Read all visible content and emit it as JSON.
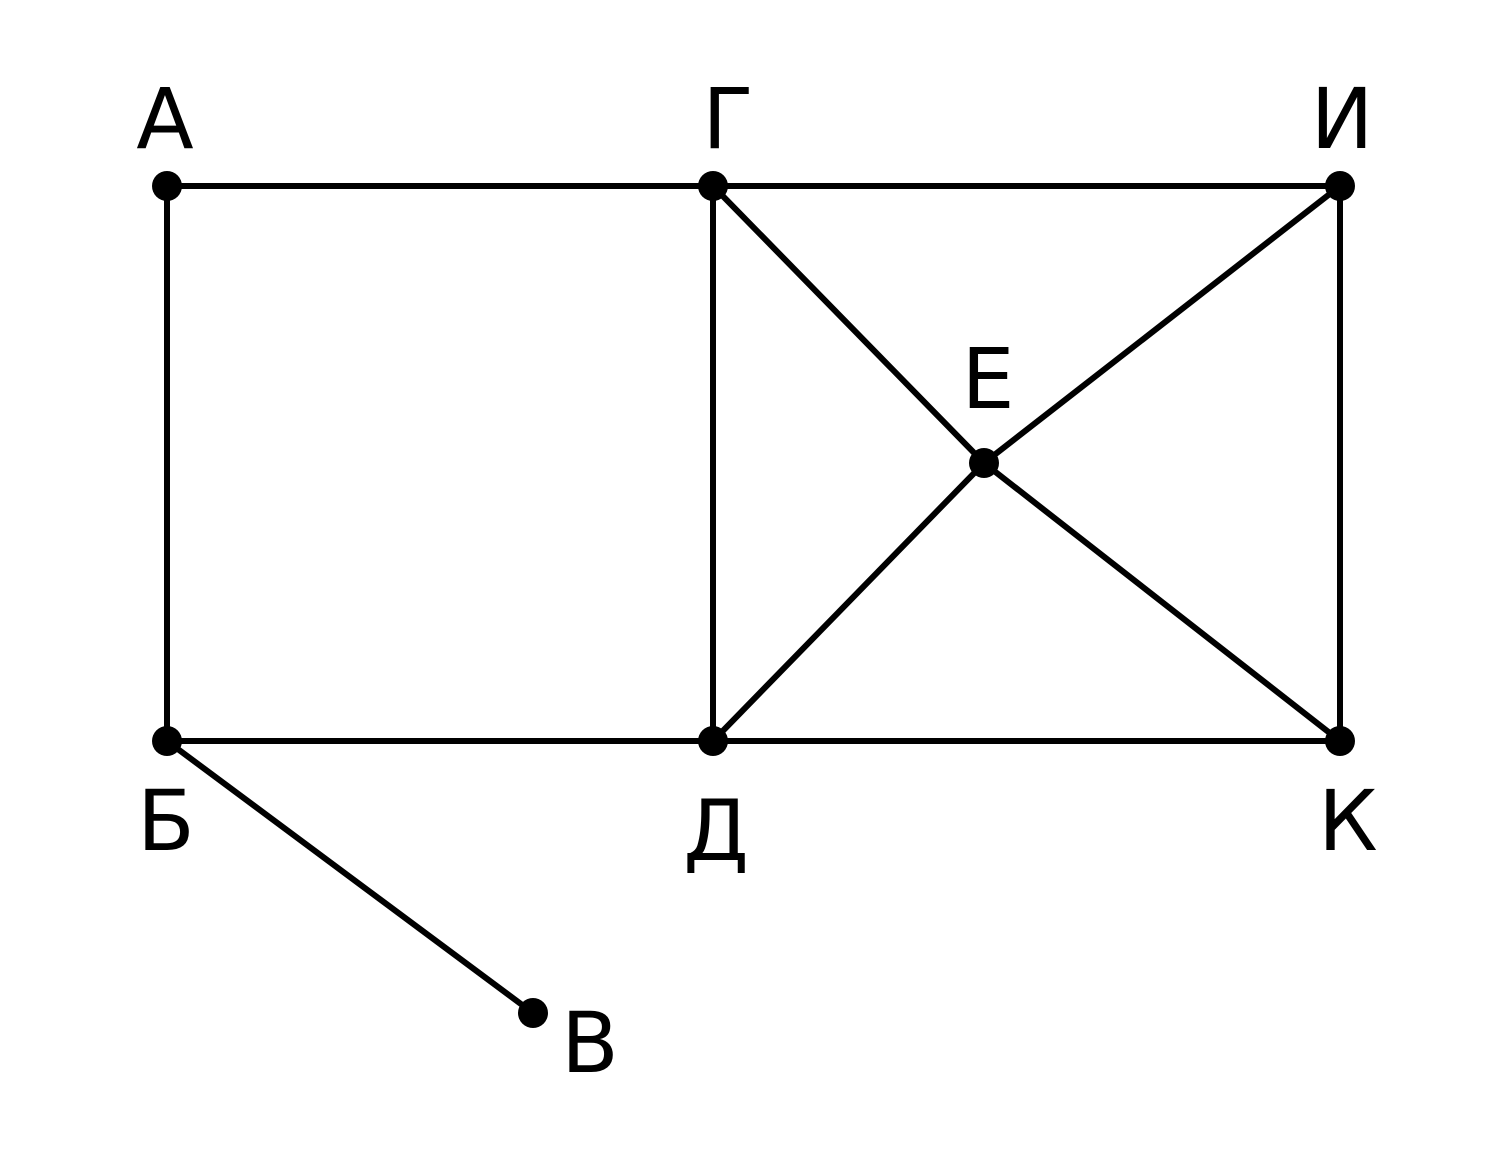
{
  "graph": {
    "nodes": [
      {
        "id": "A",
        "label": "А"
      },
      {
        "id": "G",
        "label": "Г"
      },
      {
        "id": "I",
        "label": "И"
      },
      {
        "id": "B",
        "label": "Б"
      },
      {
        "id": "D",
        "label": "Д"
      },
      {
        "id": "K",
        "label": "К"
      },
      {
        "id": "E",
        "label": "Е"
      },
      {
        "id": "V",
        "label": "В"
      }
    ],
    "edges": [
      [
        "A",
        "G"
      ],
      [
        "G",
        "I"
      ],
      [
        "A",
        "B"
      ],
      [
        "B",
        "D"
      ],
      [
        "D",
        "K"
      ],
      [
        "G",
        "D"
      ],
      [
        "I",
        "K"
      ],
      [
        "G",
        "E"
      ],
      [
        "E",
        "K"
      ],
      [
        "I",
        "E"
      ],
      [
        "E",
        "D"
      ],
      [
        "B",
        "V"
      ]
    ],
    "colors": {
      "line": "#000000",
      "node": "#000000",
      "background": "#ffffff"
    }
  }
}
